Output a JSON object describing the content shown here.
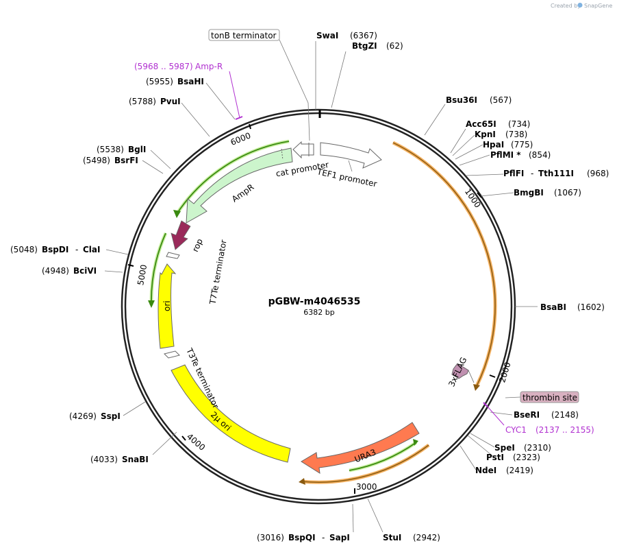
{
  "header": {
    "created_by": "Created by",
    "brand": "SnapGene"
  },
  "plasmid": {
    "name": "pGBW-m4046535",
    "length": "6382 bp"
  },
  "ticks": [
    "1000",
    "2000",
    "3000",
    "4000",
    "5000",
    "6000"
  ],
  "enzymes": {
    "swai": {
      "name": "SwaI",
      "pos": "(6367)"
    },
    "btgzi": {
      "name": "BtgZI",
      "pos": "(62)"
    },
    "bsu36i": {
      "name": "Bsu36I",
      "pos": "(567)"
    },
    "acc65i": {
      "name": "Acc65I",
      "pos": "(734)"
    },
    "kpni": {
      "name": "KpnI",
      "pos": "(738)"
    },
    "hpai": {
      "name": "HpaI",
      "pos": "(775)"
    },
    "pflmi": {
      "name": "PflMI *",
      "pos": "(854)"
    },
    "pflfi": {
      "name": "PflFI",
      "sep": "-",
      "name2": "Tth111I",
      "pos": "(968)"
    },
    "bmgbi": {
      "name": "BmgBI",
      "pos": "(1067)"
    },
    "bsabi": {
      "name": "BsaBI",
      "pos": "(1602)"
    },
    "bseri": {
      "name": "BseRI",
      "pos": "(2148)"
    },
    "spei": {
      "name": "SpeI",
      "pos": "(2310)"
    },
    "psti": {
      "name": "PstI",
      "pos": "(2323)"
    },
    "ndei": {
      "name": "NdeI",
      "pos": "(2419)"
    },
    "stui": {
      "name": "StuI",
      "pos": "(2942)"
    },
    "bspqi": {
      "name": "BspQI",
      "sep": "-",
      "name2": "SapI",
      "pos": "(3016)"
    },
    "snabi": {
      "name": "SnaBI",
      "pos": "(4033)"
    },
    "sspi": {
      "name": "SspI",
      "pos": "(4269)"
    },
    "bcivi": {
      "name": "BciVI",
      "pos": "(4948)"
    },
    "bspdi": {
      "name": "BspDI",
      "sep": "-",
      "name2": "ClaI",
      "pos": "(5048)"
    },
    "bsrfi": {
      "name": "BsrFI",
      "pos": "(5498)"
    },
    "bgli": {
      "name": "BglI",
      "pos": "(5538)"
    },
    "pvui": {
      "name": "PvuI",
      "pos": "(5788)"
    },
    "bsahi": {
      "name": "BsaHI",
      "pos": "(5955)"
    }
  },
  "sites": {
    "ampr_site": {
      "range": "(5968 .. 5987)",
      "name": "Amp-R"
    },
    "cyc1": {
      "name": "CYC1",
      "range": "(2137 .. 2155)"
    }
  },
  "boxed": {
    "tonb": "tonB terminator",
    "thrombin": "thrombin site"
  },
  "features": {
    "cat_promoter": "cat promoter",
    "tef1_promoter": "TEF1 promoter",
    "ampr": "AmpR",
    "rop": "rop",
    "t7te": "T7Te terminator",
    "ori": "ori",
    "t3te": "T3Te terminator",
    "two_micron": "2μ ori",
    "ura3": "URA3",
    "flag": "3xFLAG"
  },
  "colors": {
    "backbone": "#000000",
    "primer": "#f0a030",
    "primer_green": "#3a8a10",
    "ampr_fill": "#ccf5cc",
    "rop_fill": "#9a2a5a",
    "ori_fill": "#ffff00",
    "ura3_fill": "#ff7a50",
    "flag_fill": "#c090b0",
    "site_purple": "#b02fd0",
    "thrombin_fill": "#d8b0c0"
  }
}
